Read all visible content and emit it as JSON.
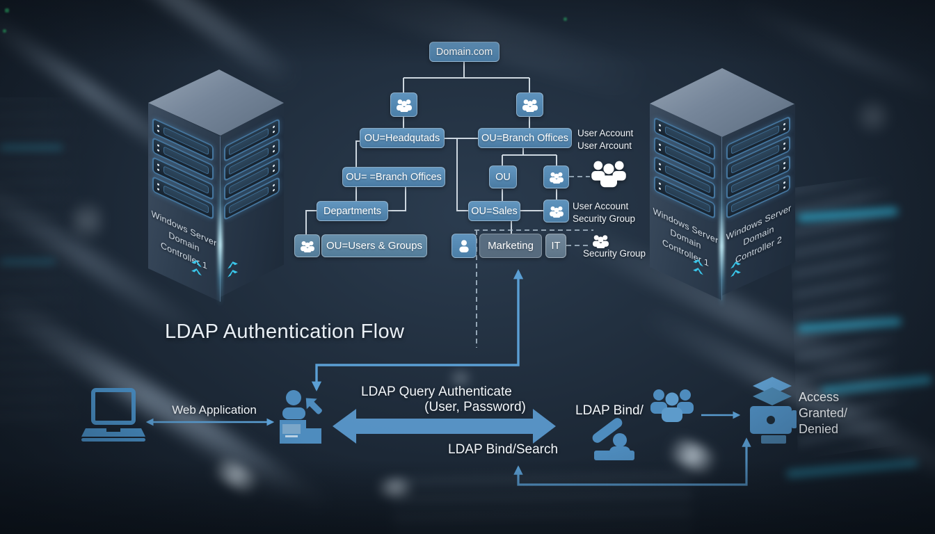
{
  "title": "LDAP Authentication Flow",
  "tree": {
    "root": "Domain.com",
    "hq": "OU=Headqutads",
    "branch": "OU=Branch Offices",
    "branch2": "OU= =Branch Offices",
    "departments": "Departments",
    "users_groups": "OU=Users & Groups",
    "ou": "OU",
    "sales": "OU=Sales",
    "marketing": "Marketing",
    "it": "IT",
    "label_user_account_line1": "User Account",
    "label_user_account_line2": "User Arcount",
    "label_user_security_line1": "User Account",
    "label_user_security_line2": "Security Group",
    "label_security_group": "Security Group"
  },
  "servers": {
    "left_tower": {
      "name_line1": "Windows Server",
      "name_line2": "Domain Controller 1"
    },
    "right_tower_face1": {
      "name_line1": "Windows Server",
      "name_line2": "Domain Controller 1"
    },
    "right_tower_face2": {
      "name_line1": "Windows Server",
      "name_line2": "Domain Controller 2"
    }
  },
  "flow": {
    "web_application": "Web Application",
    "ldap_query": "LDAP Query",
    "authenticate_line1": "Authenticate",
    "authenticate_line2": "(User, Password)",
    "ldap_bind_search": "LDAP Bind/Search",
    "ldap_bind": "LDAP Bind/",
    "access_line1": "Access",
    "access_line2": "Granted/",
    "access_line3": "Denied"
  },
  "colors": {
    "node_blue": "#5588b2",
    "flow_arrow": "#5b9fd4",
    "glow_cyan": "#35c4e8",
    "connector_white": "#dce5ed",
    "background": "#1c2836"
  }
}
